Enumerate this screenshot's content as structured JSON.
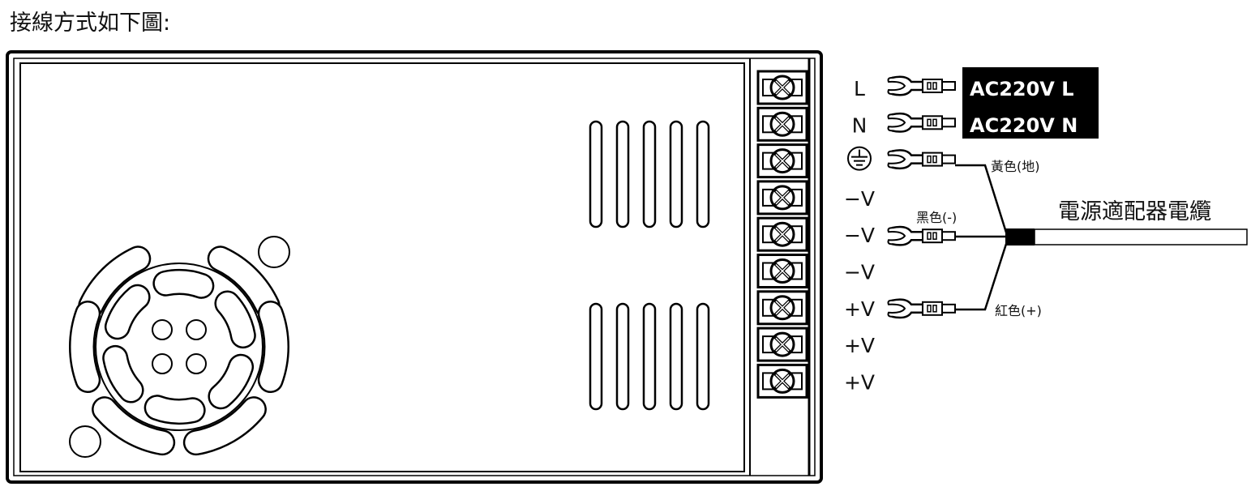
{
  "title": "接線方式如下圖:",
  "terminals": [
    {
      "label": "L",
      "wire": "AC220V L"
    },
    {
      "label": "N",
      "wire": "AC220V N"
    },
    {
      "label": "⏚",
      "icon": "ground-icon",
      "wire": "黃色(地)"
    },
    {
      "label": "−V"
    },
    {
      "label": "−V",
      "wire": "黑色(-)"
    },
    {
      "label": "−V"
    },
    {
      "label": "+V",
      "wire": "紅色(+)"
    },
    {
      "label": "+V"
    },
    {
      "label": "+V"
    }
  ],
  "ac_labels": {
    "l": "AC220V L",
    "n": "AC220V N"
  },
  "wire_labels": {
    "ground": "黃色(地)",
    "negative": "黑色(-)",
    "positive": "紅色(+)"
  },
  "cable_label": "電源適配器電纜"
}
